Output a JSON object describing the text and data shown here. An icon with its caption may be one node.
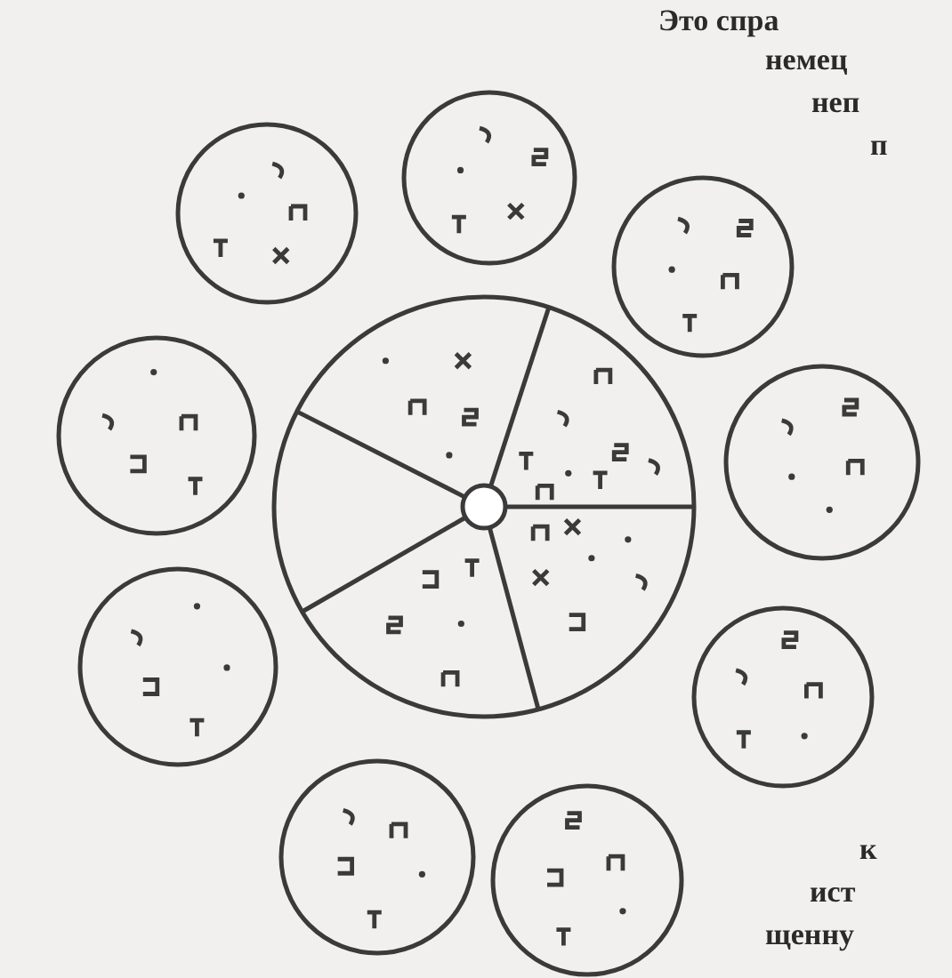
{
  "diagram": {
    "labels": [
      "Это спра",
      "немец",
      "неп",
      "п",
      "к",
      "ист",
      "щенну"
    ]
  }
}
